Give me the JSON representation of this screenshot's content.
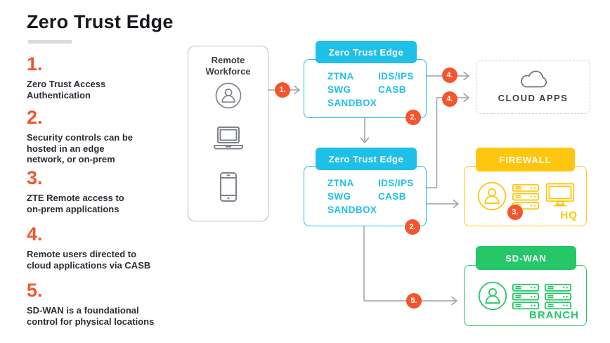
{
  "title": "Zero Trust Edge",
  "steps": [
    {
      "number": "1.",
      "text": "Zero Trust Access\nAuthentication"
    },
    {
      "number": "2.",
      "text": "Security controls can be\nhosted in an edge\nnetwork, or on-prem"
    },
    {
      "number": "3.",
      "text": "ZTE Remote access to\non-prem applications"
    },
    {
      "number": "4.",
      "text": "Remote users directed to\ncloud applications via CASB"
    },
    {
      "number": "5.",
      "text": "SD-WAN is a foundational\ncontrol for physical locations"
    }
  ],
  "remote_workforce": {
    "title": "Remote\nWorkforce",
    "icons": [
      "user-icon",
      "laptop-icon",
      "smartphone-icon"
    ]
  },
  "zte_top": {
    "header": "Zero Trust Edge",
    "col1": [
      "ZTNA",
      "SWG",
      "SANDBOX"
    ],
    "col2": [
      "IDS/IPS",
      "CASB"
    ]
  },
  "zte_bottom": {
    "header": "Zero Trust Edge",
    "col1": [
      "ZTNA",
      "SWG",
      "SANDBOX"
    ],
    "col2": [
      "IDS/IPS",
      "CASB"
    ]
  },
  "cloud_apps": {
    "label": "CLOUD APPS",
    "icon": "cloud-icon"
  },
  "firewall": {
    "header": "FIREWALL",
    "location": "HQ",
    "icons": [
      "user-icon",
      "server-icon",
      "monitor-icon"
    ]
  },
  "sd_wan": {
    "header": "SD-WAN",
    "location": "BRANCH",
    "icons": [
      "user-icon",
      "server-icon",
      "server-icon"
    ]
  },
  "badges": {
    "b1": "1.",
    "b2": "2.",
    "b3": "3.",
    "b4": "4.",
    "b5": "5."
  },
  "colors": {
    "cyan": "#1FC0E7",
    "orange": "#F4552D",
    "yellow": "#FFC60E",
    "green": "#25C768",
    "line_gray": "#9BA1A8",
    "text_dark": "#2B2E35"
  }
}
